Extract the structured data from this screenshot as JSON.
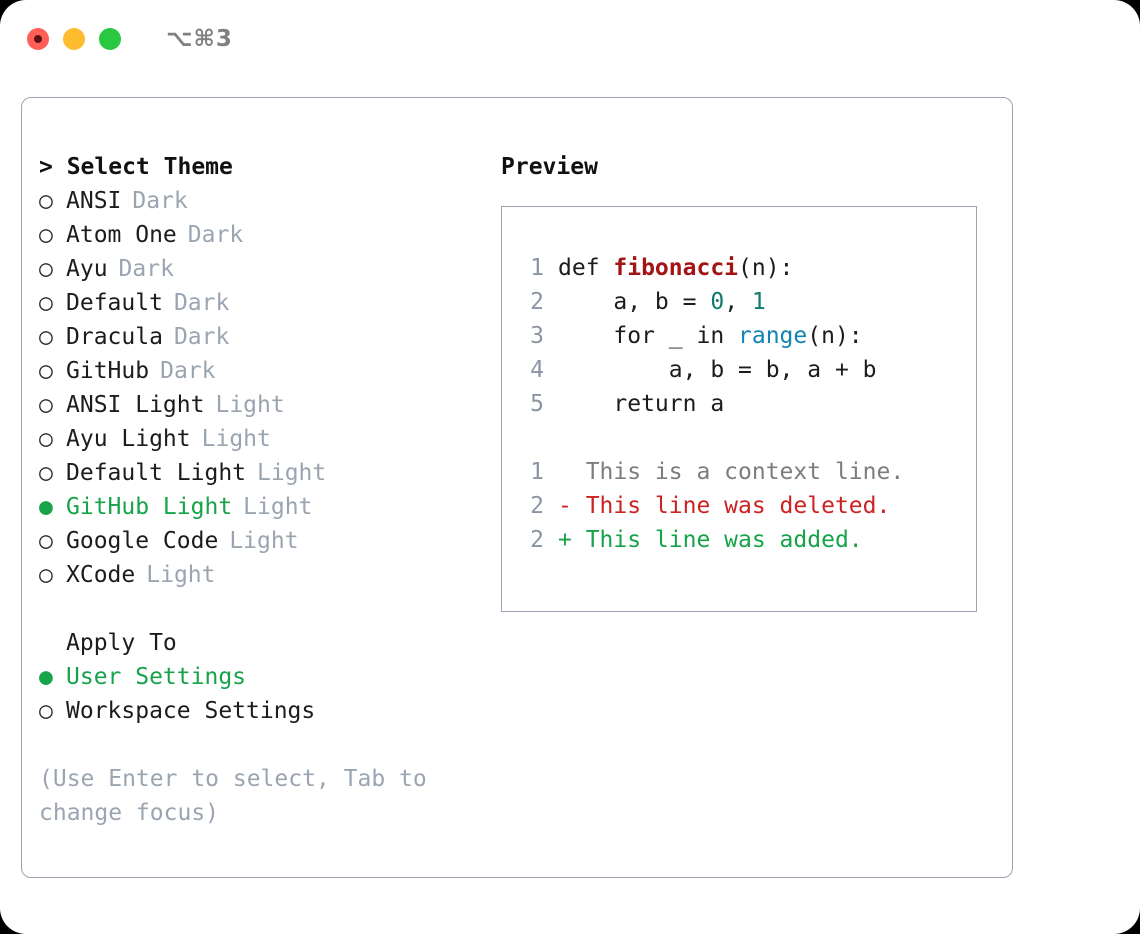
{
  "titlebar": {
    "shortcut": "⌥⌘3",
    "lights": [
      "close",
      "minimize",
      "zoom"
    ]
  },
  "theme_section": {
    "header": "> Select Theme",
    "items": [
      {
        "marker": "○",
        "label": "ANSI",
        "suffix": "Dark",
        "selected": false
      },
      {
        "marker": "○",
        "label": "Atom One",
        "suffix": "Dark",
        "selected": false
      },
      {
        "marker": "○",
        "label": "Ayu",
        "suffix": "Dark",
        "selected": false
      },
      {
        "marker": "○",
        "label": "Default",
        "suffix": "Dark",
        "selected": false
      },
      {
        "marker": "○",
        "label": "Dracula",
        "suffix": "Dark",
        "selected": false
      },
      {
        "marker": "○",
        "label": "GitHub",
        "suffix": "Dark",
        "selected": false
      },
      {
        "marker": "○",
        "label": "ANSI Light",
        "suffix": "Light",
        "selected": false
      },
      {
        "marker": "○",
        "label": "Ayu Light",
        "suffix": "Light",
        "selected": false
      },
      {
        "marker": "○",
        "label": "Default Light",
        "suffix": "Light",
        "selected": false
      },
      {
        "marker": "●",
        "label": "GitHub Light",
        "suffix": "Light",
        "selected": true
      },
      {
        "marker": "○",
        "label": "Google Code",
        "suffix": "Light",
        "selected": false
      },
      {
        "marker": "○",
        "label": "XCode",
        "suffix": "Light",
        "selected": false
      }
    ]
  },
  "apply_section": {
    "title": "Apply To",
    "items": [
      {
        "marker": "●",
        "label": "User Settings",
        "selected": true
      },
      {
        "marker": "○",
        "label": "Workspace Settings",
        "selected": false
      }
    ]
  },
  "hint": "(Use Enter to select, Tab to change focus)",
  "preview": {
    "title": "Preview",
    "code_lines": [
      {
        "no": "1",
        "parts": [
          {
            "t": "def ",
            "c": "code"
          },
          {
            "t": "fibonacci",
            "c": "fn"
          },
          {
            "t": "(n):",
            "c": "code"
          }
        ]
      },
      {
        "no": "2",
        "parts": [
          {
            "t": "    a, b = ",
            "c": "code"
          },
          {
            "t": "0",
            "c": "num"
          },
          {
            "t": ", ",
            "c": "code"
          },
          {
            "t": "1",
            "c": "num"
          }
        ]
      },
      {
        "no": "3",
        "parts": [
          {
            "t": "    for _ in ",
            "c": "code"
          },
          {
            "t": "range",
            "c": "call"
          },
          {
            "t": "(n):",
            "c": "code"
          }
        ]
      },
      {
        "no": "4",
        "parts": [
          {
            "t": "        a, b = b, a + b",
            "c": "code"
          }
        ]
      },
      {
        "no": "5",
        "parts": [
          {
            "t": "    return a",
            "c": "code"
          }
        ]
      }
    ],
    "diff_lines": [
      {
        "no": "1",
        "text": "  This is a context line.",
        "kind": "ctx"
      },
      {
        "no": "2",
        "text": "- This line was deleted.",
        "kind": "del"
      },
      {
        "no": "2",
        "text": "+ This line was added.",
        "kind": "add"
      }
    ]
  },
  "colors": {
    "accent_green": "#16a34a",
    "muted_gray": "#9aa5b1",
    "border": "#9aa5b1",
    "diff_delete": "#cc2222",
    "diff_add": "#16a34a",
    "token_function": "#a31515",
    "token_number": "#0f7b6c",
    "token_call": "#1282b5",
    "light_red": "#ff5f57",
    "light_yellow": "#febc2e",
    "light_green": "#28c840"
  }
}
